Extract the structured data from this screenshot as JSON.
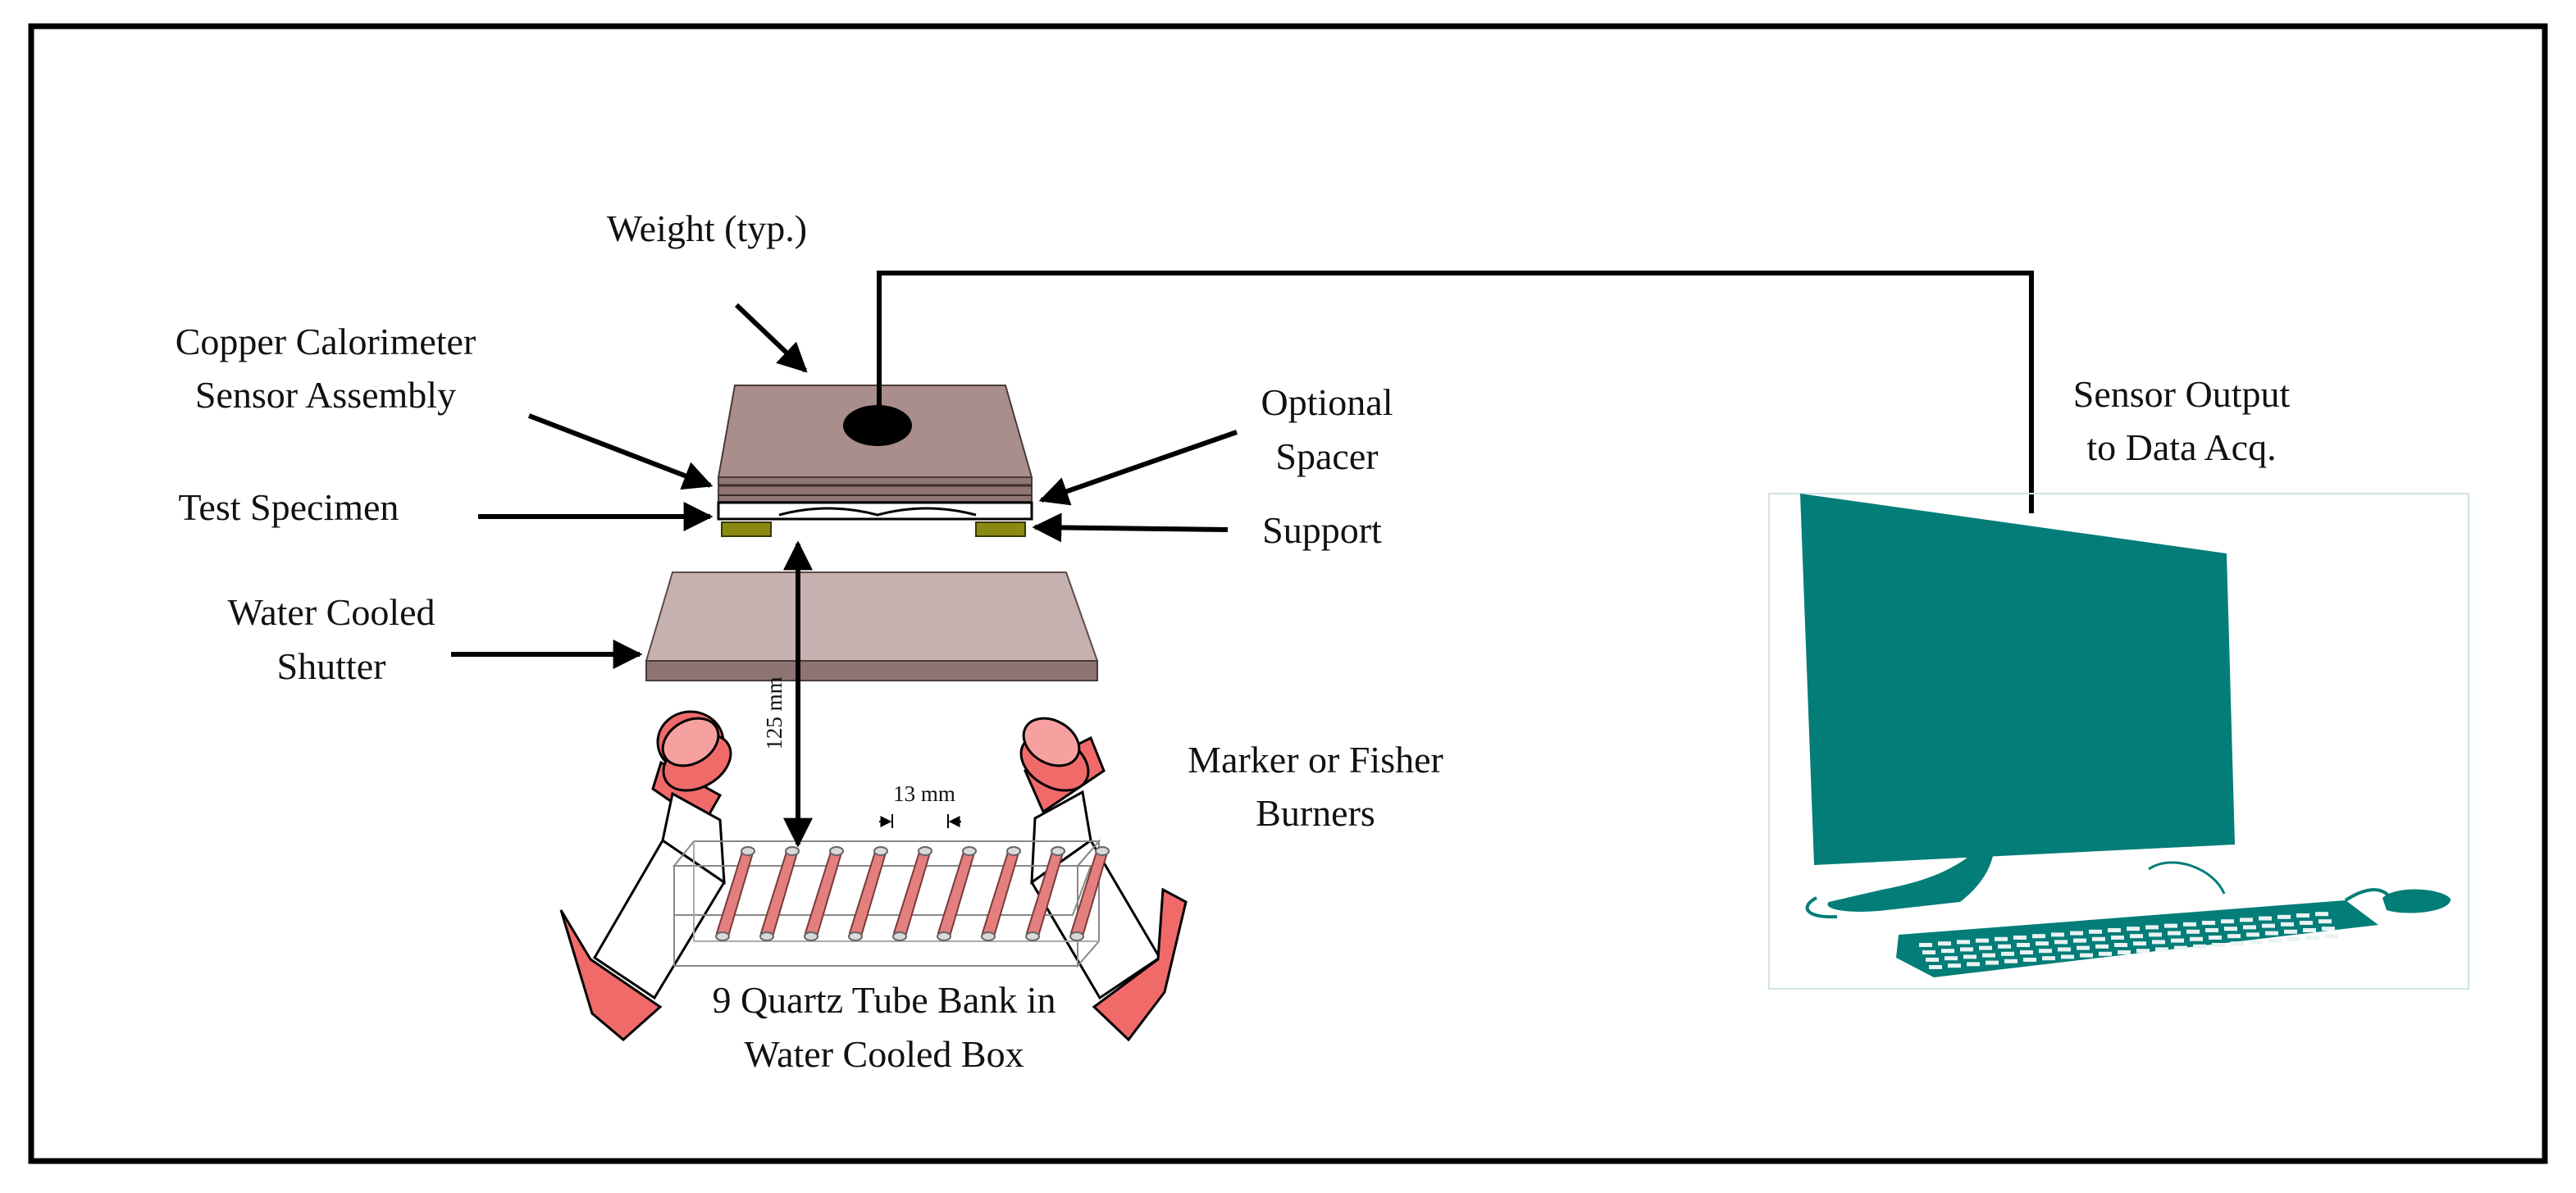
{
  "labels": {
    "weight": "Weight (typ.)",
    "copper_line1": "Copper Calorimeter",
    "copper_line2": "Sensor Assembly",
    "optional_line1": "Optional",
    "optional_line2": "Spacer",
    "test_specimen": "Test Specimen",
    "support": "Support",
    "shutter_line1": "Water Cooled",
    "shutter_line2": "Shutter",
    "distance": "125 mm",
    "spacing": "13 mm",
    "burners_line1": "Marker or Fisher",
    "burners_line2": "Burners",
    "tubebank_line1": "9 Quartz Tube Bank in",
    "tubebank_line2": "Water Cooled Box",
    "sensor_line1": "Sensor Output",
    "sensor_line2": "to Data Acq."
  },
  "colors": {
    "plate_top": "#a98e8b",
    "plate_edge": "#7d6361",
    "shutter_top": "#c5b2b0",
    "shutter_edge": "#8e7472",
    "support": "#8a8a12",
    "burner": "#f06a6a",
    "tube": "#e37f7f",
    "computer": "#037d78"
  },
  "tube_count": 9
}
